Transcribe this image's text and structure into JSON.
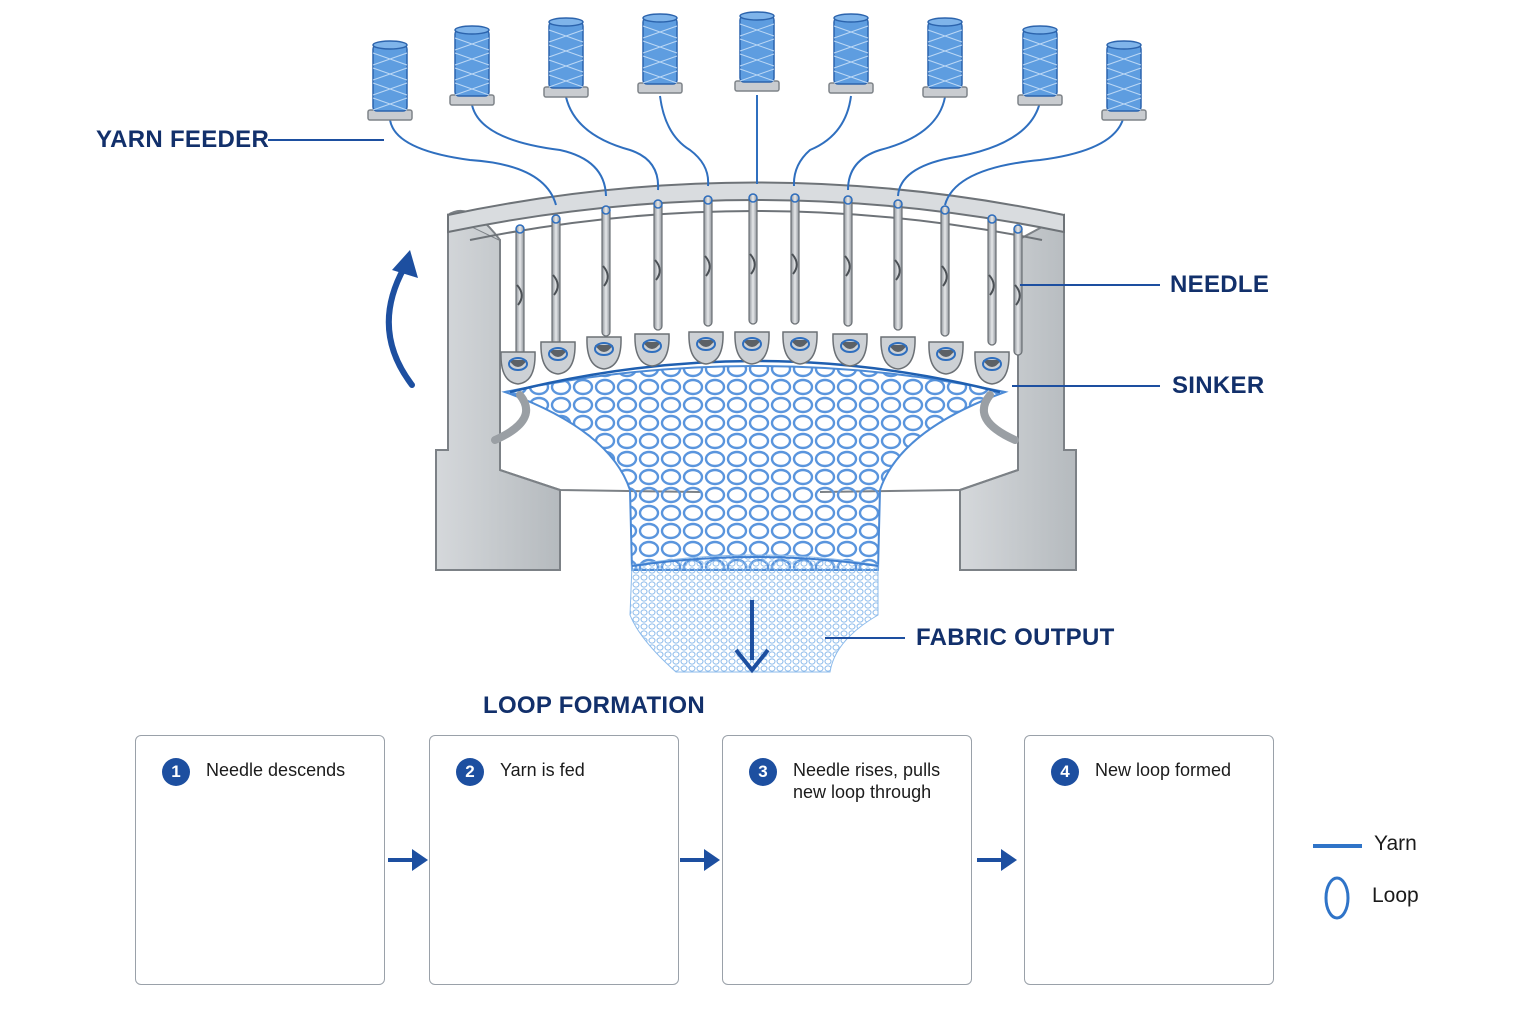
{
  "labels": {
    "yarn_feeder": "YARN FEEDER",
    "needle": "NEEDLE",
    "sinker": "SINKER",
    "fabric_output": "FABRIC OUTPUT",
    "loop_formation": "LOOP FORMATION"
  },
  "steps": [
    {
      "number": "1",
      "text": "Needle descends"
    },
    {
      "number": "2",
      "text": "Yarn is fed"
    },
    {
      "number": "3",
      "text": "Needle rises, pulls new loop through"
    },
    {
      "number": "4",
      "text": "New loop formed"
    }
  ],
  "legend": {
    "yarn": "Yarn",
    "loop": "Loop"
  },
  "colors": {
    "yarn": "#2f74c8",
    "label": "#12306b",
    "arrow": "#1d4fa0",
    "steel": "#b9bdc2"
  },
  "icons": [
    "rotation-arrow-icon",
    "down-arrow-icon",
    "right-arrow-icon",
    "up-arrow-icon"
  ]
}
